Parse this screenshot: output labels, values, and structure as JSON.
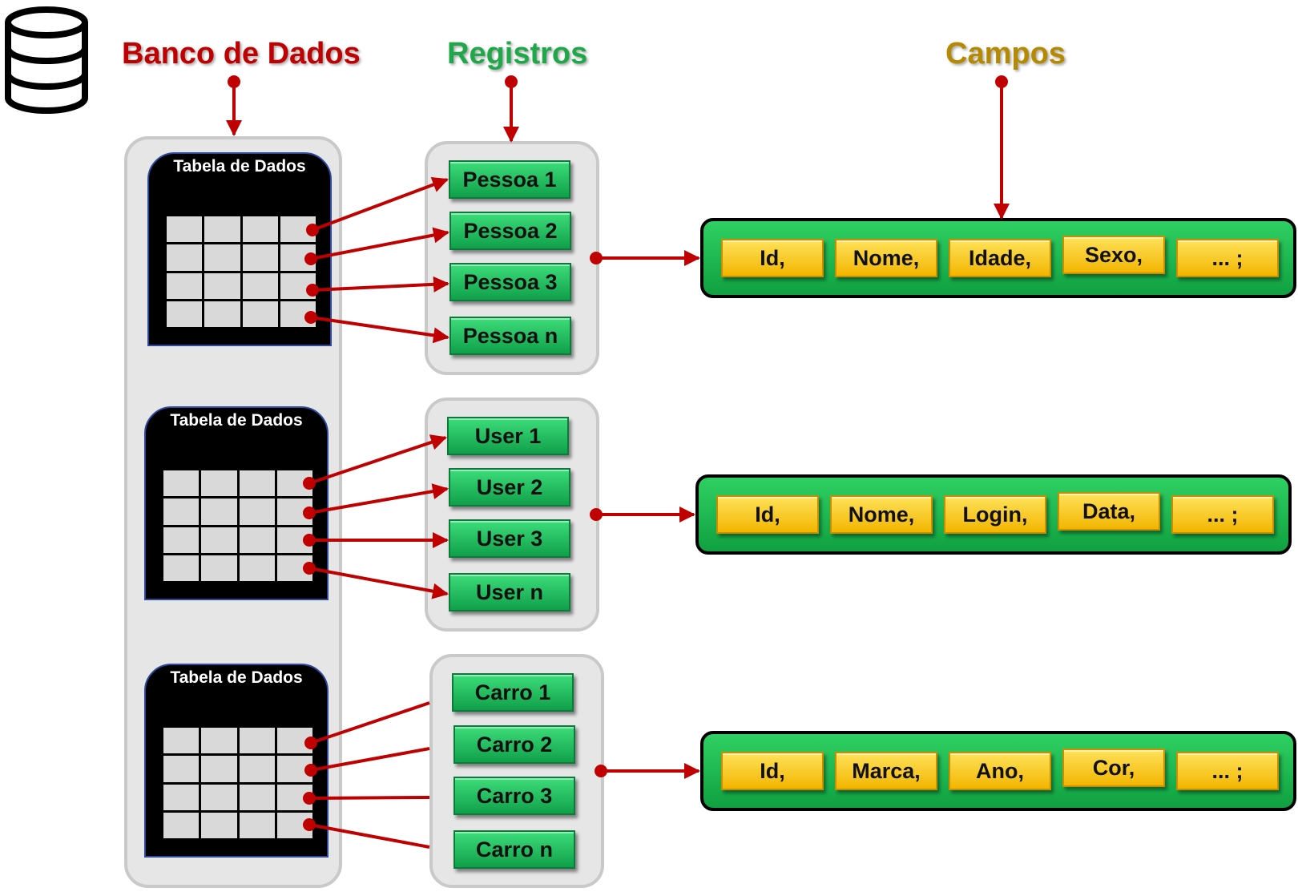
{
  "headers": {
    "banco": "Banco de Dados",
    "registros": "Registros",
    "campos": "Campos"
  },
  "colors": {
    "banco": "#c00000",
    "registros": "#1fa84a",
    "campos": "#b58a00",
    "arrow": "#c00000"
  },
  "tables": [
    {
      "title": "Tabela de Dados"
    },
    {
      "title": "Tabela de Dados"
    },
    {
      "title": "Tabela de Dados"
    }
  ],
  "record_groups": [
    {
      "records": [
        "Pessoa 1",
        "Pessoa 2",
        "Pessoa 3",
        "Pessoa n"
      ]
    },
    {
      "records": [
        "User 1",
        "User 2",
        "User 3",
        "User n"
      ]
    },
    {
      "records": [
        "Carro 1",
        "Carro 2",
        "Carro 3",
        "Carro n"
      ]
    }
  ],
  "field_groups": [
    {
      "fields": [
        "Id,",
        "Nome,",
        "Idade,",
        "Sexo,",
        "... ;"
      ]
    },
    {
      "fields": [
        "Id,",
        "Nome,",
        "Login,",
        "Data,",
        "... ;"
      ]
    },
    {
      "fields": [
        "Id,",
        "Marca,",
        "Ano,",
        "Cor,",
        "... ;"
      ]
    }
  ],
  "icons": {
    "database": "database-icon"
  }
}
